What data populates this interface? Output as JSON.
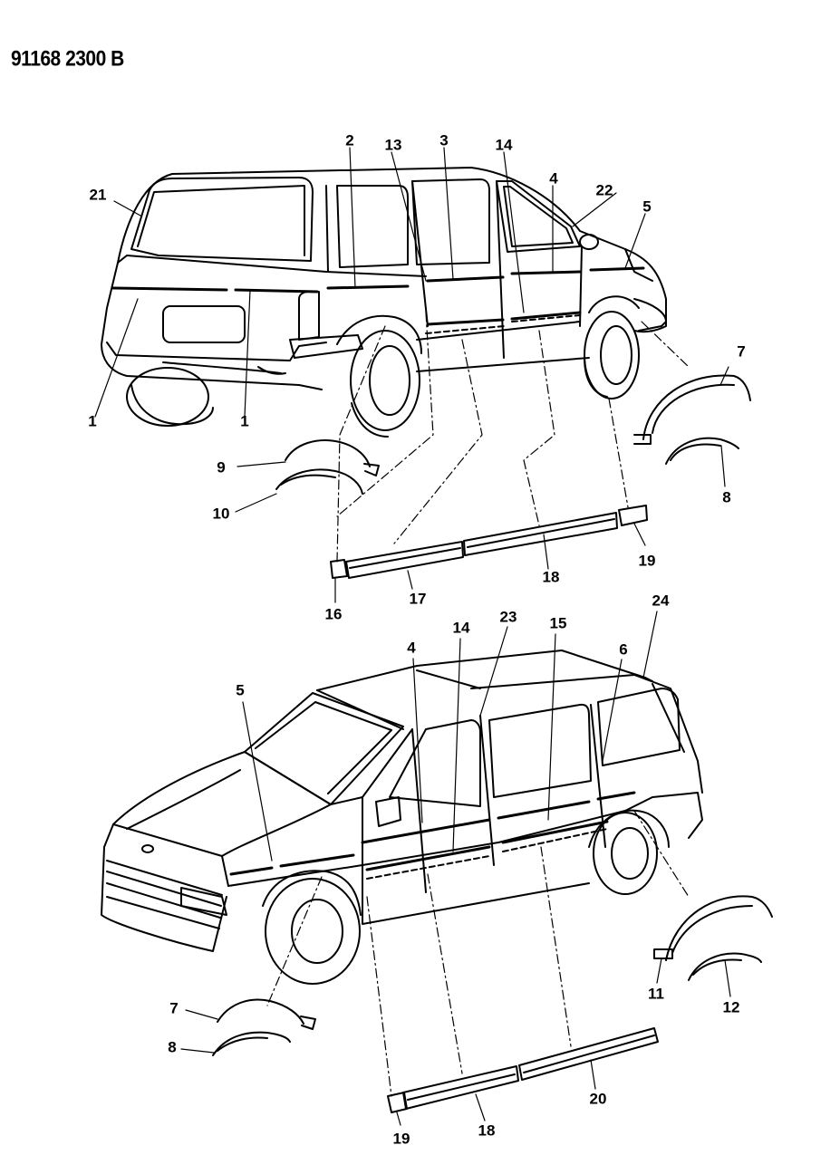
{
  "document": {
    "id": "91168 2300 B"
  },
  "callouts": {
    "top": {
      "n1a": "1",
      "n1b": "1",
      "n2": "2",
      "n3": "3",
      "n4": "4",
      "n5": "5",
      "n7": "7",
      "n8": "8",
      "n9": "9",
      "n10": "10",
      "n13": "13",
      "n14": "14",
      "n16": "16",
      "n17": "17",
      "n18": "18",
      "n19": "19",
      "n21": "21",
      "n22": "22"
    },
    "bottom": {
      "n4": "4",
      "n5": "5",
      "n6": "6",
      "n7": "7",
      "n8": "8",
      "n11": "11",
      "n12": "12",
      "n14": "14",
      "n15": "15",
      "n18": "18",
      "n19": "19",
      "n20": "20",
      "n23": "23",
      "n24": "24"
    }
  }
}
